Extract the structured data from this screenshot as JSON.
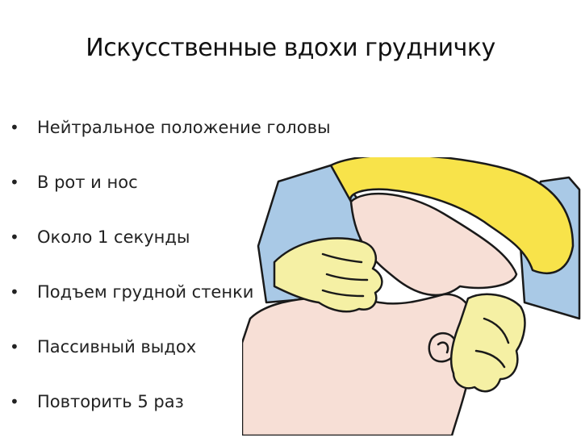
{
  "slide": {
    "title": "Искусственные вдохи грудничку",
    "bullets": [
      {
        "text": "Нейтральное положение головы"
      },
      {
        "text": "В рот и нос"
      },
      {
        "text": "Около 1 секунды"
      },
      {
        "text": "Подъем грудной стенки"
      },
      {
        "text": "Пассивный выдох"
      },
      {
        "text": "Повторить 5 раз"
      }
    ],
    "bullet_glyph": "•"
  },
  "colors": {
    "background": "#ffffff",
    "text": "#222222",
    "rescuer_hair": "#f8e34a",
    "rescuer_shirt": "#a9c9e6",
    "glove": "#f5f0a4",
    "skin": "#f7dfd6",
    "outline": "#1a1a1a"
  },
  "illustration": {
    "subject": "rescuer giving mouth-to-mouth-and-nose breaths to infant"
  }
}
